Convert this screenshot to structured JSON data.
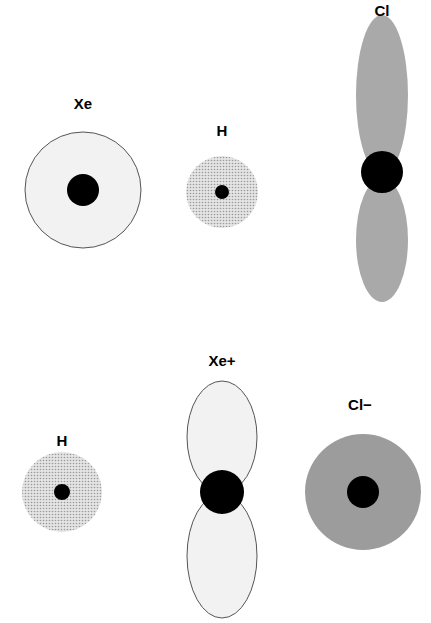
{
  "diagram": {
    "labels": [
      "Xe",
      "H",
      "Cl",
      "Xe+",
      "H",
      "Cl−"
    ]
  }
}
